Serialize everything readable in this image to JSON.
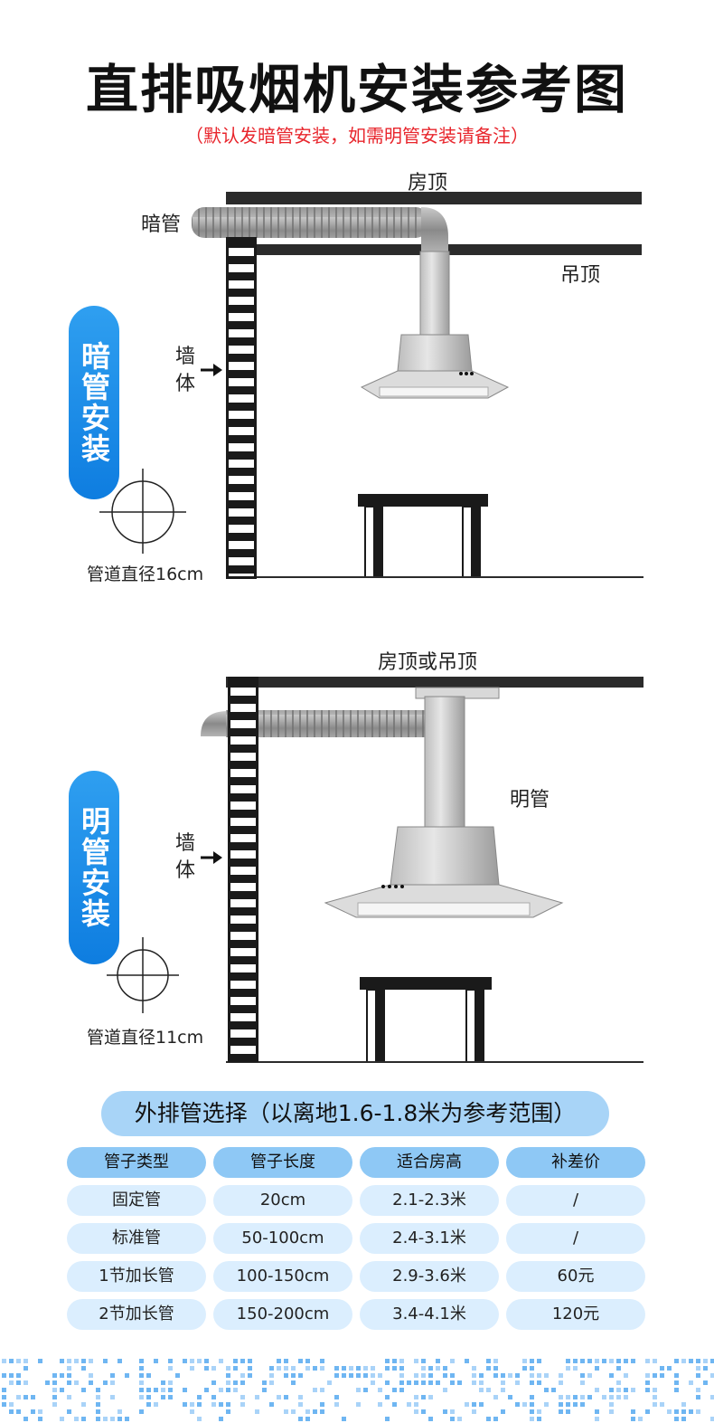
{
  "header": {
    "title": "直排吸烟机安装参考图",
    "subtitle": "（默认发暗管安装，如需明管安装请备注）"
  },
  "diagram_concealed": {
    "badge": "暗管安装",
    "roof_label": "房顶",
    "pipe_label": "暗管",
    "ceiling_label": "吊顶",
    "wall_label_line1": "墙",
    "wall_label_line2": "体",
    "diameter_label": "管道直径16cm"
  },
  "diagram_exposed": {
    "badge": "明管安装",
    "roof_label": "房顶或吊顶",
    "pipe_label": "明管",
    "wall_label_line1": "墙",
    "wall_label_line2": "体",
    "diameter_label": "管道直径11cm"
  },
  "pipe_table": {
    "title": "外排管选择（以离地1.6-1.8米为参考范围）",
    "headers": [
      "管子类型",
      "管子长度",
      "适合房高",
      "补差价"
    ],
    "rows": [
      [
        "固定管",
        "20cm",
        "2.1-2.3米",
        "/"
      ],
      [
        "标准管",
        "50-100cm",
        "2.4-3.1米",
        "/"
      ],
      [
        "1节加长管",
        "100-150cm",
        "2.9-3.6米",
        "60元"
      ],
      [
        "2节加长管",
        "150-200cm",
        "3.4-4.1米",
        "120元"
      ]
    ]
  },
  "colors": {
    "accent_blue": "#1a8ee8",
    "subtitle_red": "#e8252c",
    "table_header": "#8ec8f5",
    "table_cell": "#dbeefe"
  }
}
